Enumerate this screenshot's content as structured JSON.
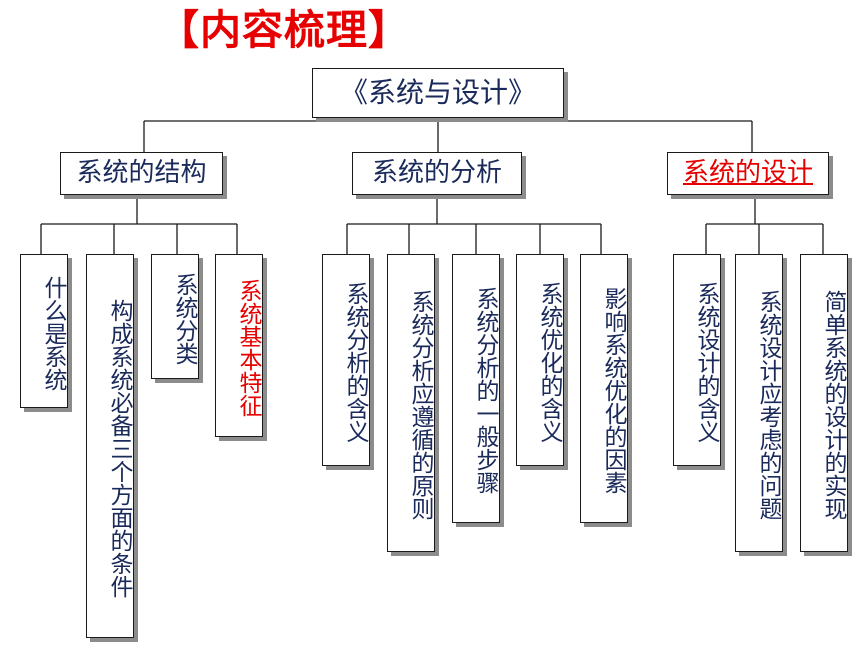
{
  "title": "【内容梳理】",
  "root": "《系统与设计》",
  "categories": [
    {
      "label": "系统的结构",
      "highlight": false,
      "children": [
        {
          "label": "什么是系统",
          "highlight": false
        },
        {
          "label": "构成系统必备三个方面的条件",
          "highlight": false
        },
        {
          "label": "系统分类",
          "highlight": false
        },
        {
          "label": "系统基本特征",
          "highlight": true
        }
      ]
    },
    {
      "label": "系统的分析",
      "highlight": false,
      "children": [
        {
          "label": "系统分析的含义",
          "highlight": false
        },
        {
          "label": "系统分析应遵循的原则",
          "highlight": false
        },
        {
          "label": "系统分析的一般步骤",
          "highlight": false
        },
        {
          "label": "系统优化的含义",
          "highlight": false
        },
        {
          "label": "影响系统优化的因素",
          "highlight": false
        }
      ]
    },
    {
      "label": "系统的设计",
      "highlight": true,
      "children": [
        {
          "label": "系统设计的含义",
          "highlight": false
        },
        {
          "label": "系统设计应考虑的问题",
          "highlight": false
        },
        {
          "label": "简单系统的设计的实现",
          "highlight": false
        }
      ]
    }
  ],
  "colors": {
    "accent": "#e60000",
    "text": "#1a2a5a",
    "line": "#1a1a1a",
    "shadow": "#8c8c8c"
  }
}
